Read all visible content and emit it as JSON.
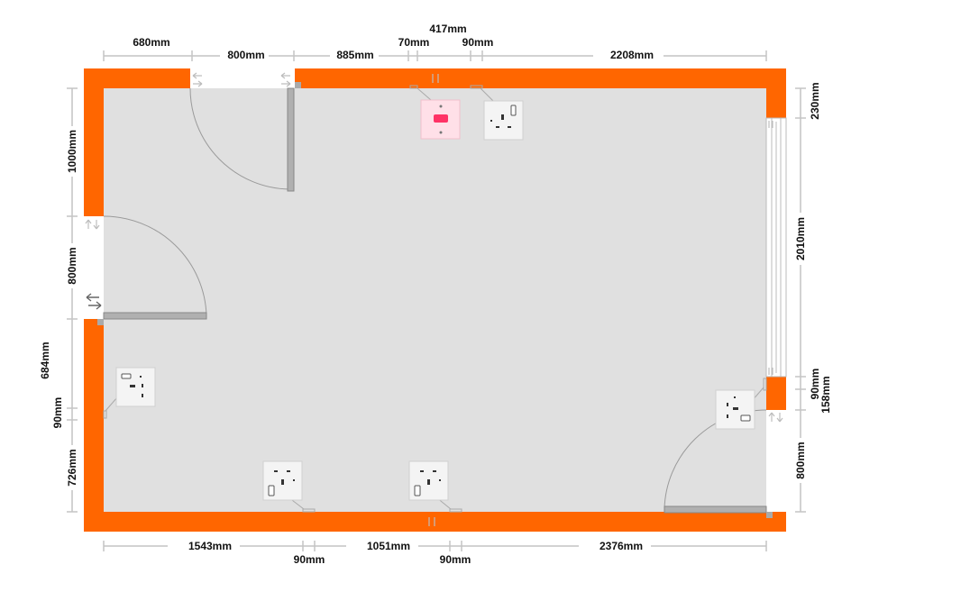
{
  "plan": {
    "colors": {
      "wall": "#ff6600",
      "floor": "#e0e0e0",
      "door_leaf": "#b0b0b0",
      "dimension_line": "#c4c4c4",
      "fused_spur": "#ff3366"
    },
    "dimensions": {
      "top_row1": [
        "680mm",
        "800mm",
        "885mm",
        "70mm",
        "90mm",
        "2208mm"
      ],
      "top_row2": "417mm",
      "left": [
        "1000mm",
        "800mm",
        "684mm",
        "90mm",
        "726mm"
      ],
      "right": [
        "230mm",
        "2010mm",
        "90mm",
        "158mm",
        "800mm"
      ],
      "bottom_row1": [
        "1543mm",
        "1051mm",
        "2376mm"
      ],
      "bottom_row2": [
        "90mm",
        "90mm"
      ]
    },
    "elements": {
      "doors": 3,
      "window": 1,
      "double_sockets": 5,
      "fused_spur": 1
    },
    "icons": [
      "double-socket-icon",
      "fused-spur-icon",
      "door-swing-icon",
      "window-icon",
      "move-arrows-icon"
    ]
  }
}
